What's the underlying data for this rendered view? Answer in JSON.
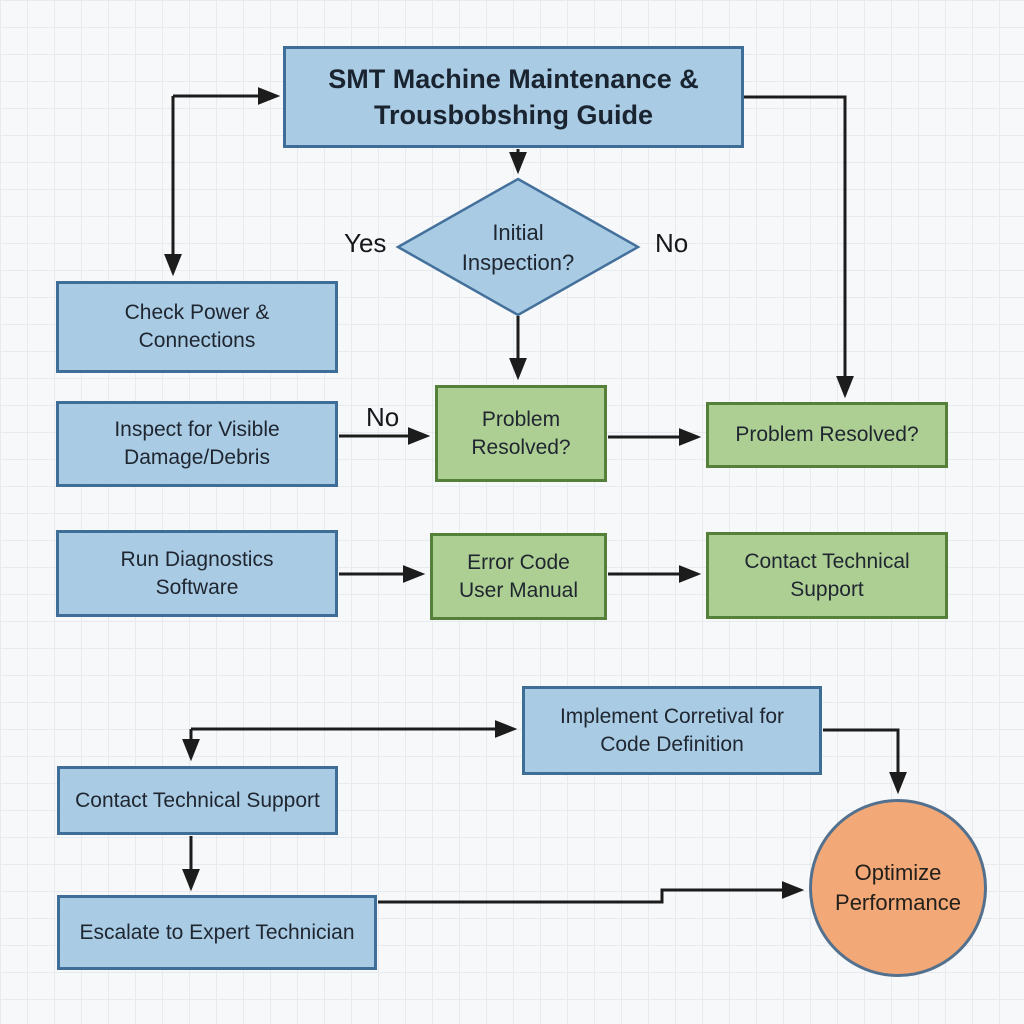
{
  "diagram_title": "SMT Machine Maintenance & Trousbobshing Guide",
  "colors": {
    "paper": "#f7f8f9",
    "grid_line": "#e7eaee",
    "blue_node_fill": "#a9cbe4",
    "blue_node_border": "#3e6d98",
    "green_node_fill": "#aecf93",
    "green_node_border": "#54803a",
    "orange_circle_fill": "#f2a877",
    "orange_circle_border": "#53718e",
    "arrow": "#1c1c1c",
    "text": "#1f2630"
  },
  "nodes": {
    "title_box": {
      "label": "SMT Machine Maintenance & Trousbobshing Guide",
      "shape": "rectangle",
      "color": "blue"
    },
    "initial_inspection": {
      "label": "Initial Inspection?",
      "shape": "diamond",
      "color": "blue"
    },
    "check_power": {
      "label": "Check Power & Connections",
      "shape": "rectangle",
      "color": "blue"
    },
    "inspect_damage": {
      "label": "Inspect for Visible Damage/Debris",
      "shape": "rectangle",
      "color": "blue"
    },
    "problem_resolved_mid": {
      "label": "Problem Resolved?",
      "shape": "rectangle",
      "color": "green"
    },
    "problem_resolved_right": {
      "label": "Problem Resolved?",
      "shape": "rectangle",
      "color": "green"
    },
    "run_diagnostics": {
      "label": "Run Diagnostics Software",
      "shape": "rectangle",
      "color": "blue"
    },
    "error_code_manual": {
      "label": "Error Code User Manual",
      "shape": "rectangle",
      "color": "green"
    },
    "contact_support_green": {
      "label": "Contact Technical Support",
      "shape": "rectangle",
      "color": "green"
    },
    "implement_corrective": {
      "label": "Implement Corretival for Code Definition",
      "shape": "rectangle",
      "color": "blue"
    },
    "contact_support_blue": {
      "label": "Contact Technical Support",
      "shape": "rectangle",
      "color": "blue"
    },
    "escalate_expert": {
      "label": "Escalate to Expert Technician",
      "shape": "rectangle",
      "color": "blue"
    },
    "optimize_performance": {
      "label": "Optimize Performance",
      "shape": "circle",
      "color": "orange"
    }
  },
  "edge_labels": {
    "yes": "Yes",
    "no_diamond": "No",
    "no_inspect": "No"
  }
}
